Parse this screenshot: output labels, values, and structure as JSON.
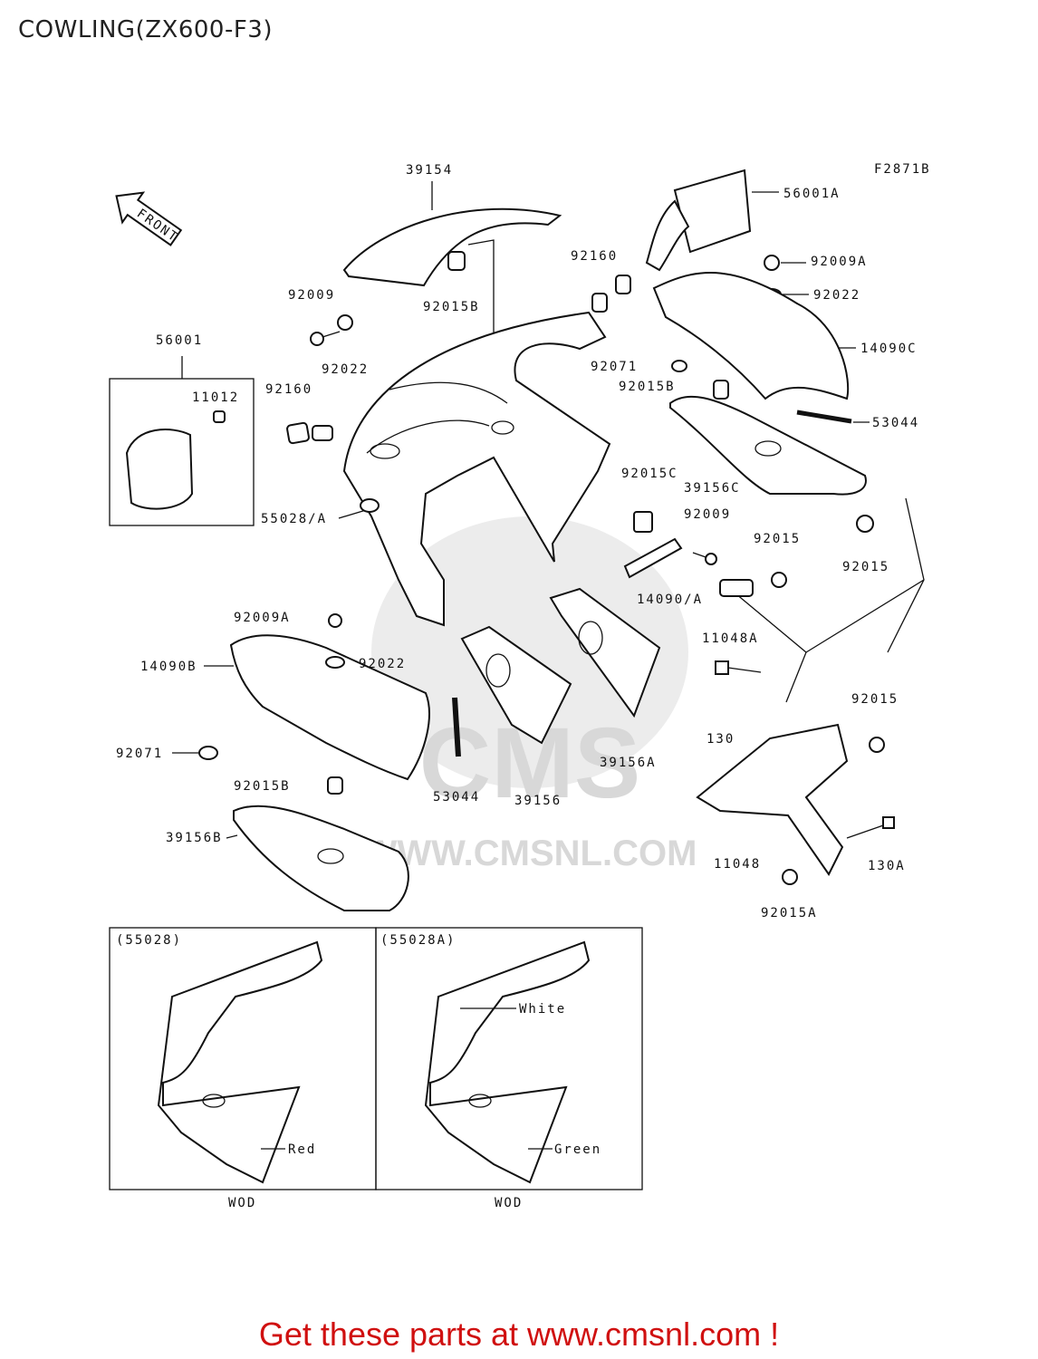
{
  "title": "COWLING(ZX600-F3)",
  "figure_code": "F2871B",
  "front_label": "FRONT",
  "banner": "Get these parts at www.cmsnl.com !",
  "watermark": {
    "brand": "CMS",
    "url": "WWW.CMSNL.COM"
  },
  "colors": {
    "banner": "#d01010",
    "line": "#111111",
    "watermark": "#dcdcdc"
  },
  "labels": {
    "l39154": "39154",
    "l56001A": "56001A",
    "l92009A_top": "92009A",
    "l92022_right": "92022",
    "l14090C": "14090C",
    "l92160_top": "92160",
    "l92009_left": "92009",
    "l92015B_top": "92015B",
    "l92022_left": "92022",
    "l56001": "56001",
    "l11012": "11012",
    "l92160_left": "92160",
    "l92071_top": "92071",
    "l92015B_mid": "92015B",
    "l53044_right": "53044",
    "l39156C": "39156C",
    "l92015C": "92015C",
    "l92009_mid": "92009",
    "l92015_mid": "92015",
    "l92015_right": "92015",
    "l55028A": "55028/A",
    "l14090A": "14090/A",
    "l11048A": "11048A",
    "l92009A_low": "92009A",
    "l92022_low": "92022",
    "l14090B": "14090B",
    "l130": "130",
    "l92015_low": "92015",
    "l92071_low": "92071",
    "l39156A": "39156A",
    "l92015B_low": "92015B",
    "l53044_low": "53044",
    "l39156": "39156",
    "l39156B": "39156B",
    "l11048": "11048",
    "l130A": "130A",
    "l92015A": "92015A"
  },
  "variants": [
    {
      "code": "(55028)",
      "color_note": "Red",
      "extra_note": "",
      "footer": "WOD"
    },
    {
      "code": "(55028A)",
      "color_note": "Green",
      "extra_note": "White",
      "footer": "WOD"
    }
  ]
}
